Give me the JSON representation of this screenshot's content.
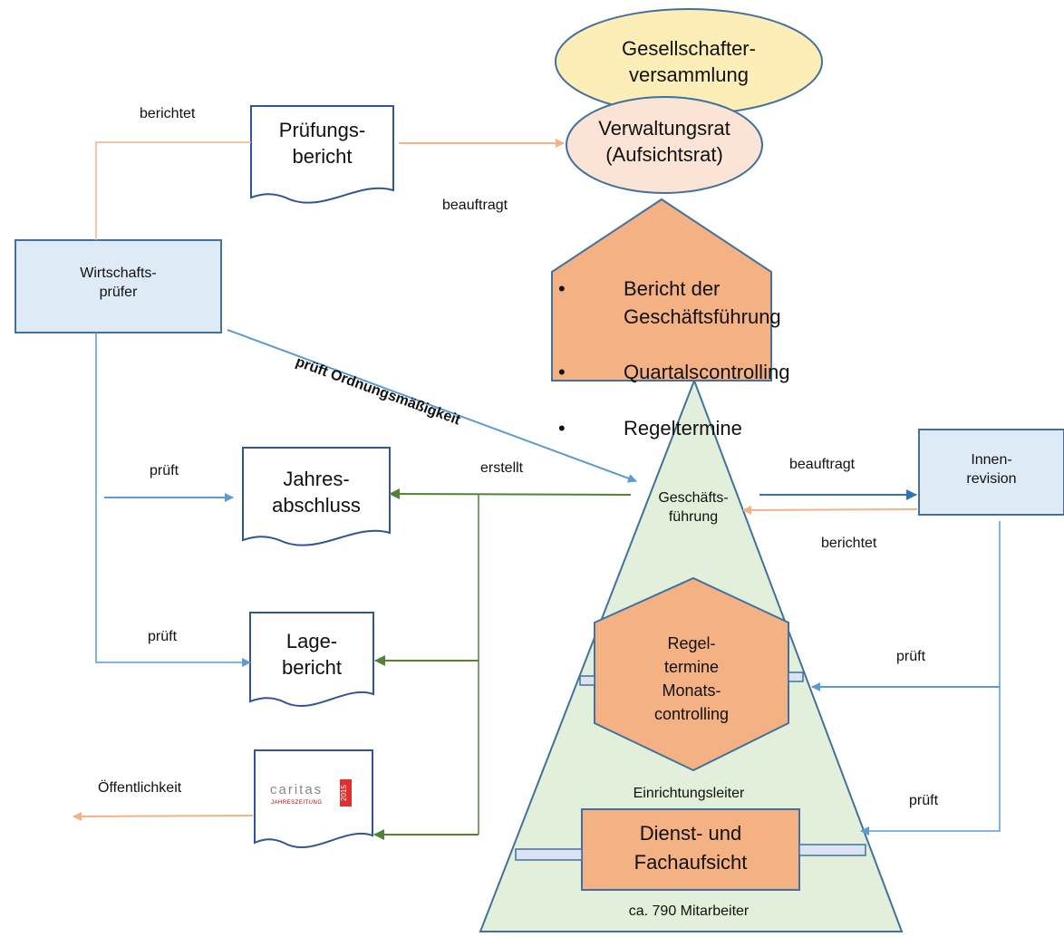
{
  "shareholders": {
    "label": "Gesellschafter-\nversammlung",
    "fill": "#fdeeb7"
  },
  "board": {
    "label": "Verwaltungsrat\n(Aufsichtsrat)",
    "fill": "#fbe4d5"
  },
  "management_report": {
    "fill": "#f4b183",
    "items": [
      "Bericht der\nGeschäftsführung",
      "Quartalscontrolling",
      "Regeltermine"
    ]
  },
  "auditor": {
    "label": "Wirtschafts-\nprüfer",
    "fill": "#deebf7"
  },
  "internal_audit": {
    "label": "Innen-\nrevision",
    "fill": "#deebf7"
  },
  "audit_report_doc": {
    "label": "Prüfungs-\nbericht"
  },
  "annual_statement_doc": {
    "label": "Jahres-\nabschluss"
  },
  "management_report_doc": {
    "label": "Lage-\nbericht"
  },
  "caritas_doc": {
    "brand": "caritas",
    "sub": "JAHRESZEITUNG",
    "year": "2015"
  },
  "pyramid": {
    "fill": "#e2efda",
    "top_label": "Geschäfts-\nführung",
    "hexagon_label": "Regel-\ntermine\nMonats-\ncontrolling",
    "facility_label": "Einrichtungsleiter",
    "supervision_label": "Dienst- und\nFachaufsicht",
    "staff_label": "ca. 790 Mitarbeiter"
  },
  "edges": {
    "reports_top": "berichtet",
    "commissions_top": "beauftragt",
    "checks_compliance": "prüft Ordnungsmäßigkeit",
    "checks_1": "prüft",
    "checks_2": "prüft",
    "creates": "erstellt",
    "commissions_right": "beauftragt",
    "reports_right": "berichtet",
    "checks_3": "prüft",
    "checks_4": "prüft",
    "public": "Öffentlichkeit"
  },
  "colors": {
    "blue_line": "#5b9bd5",
    "dark_blue_line": "#2e75b6",
    "orange_line": "#f4b183",
    "green_line": "#548235",
    "box_border": "#41719c",
    "doc_border": "#2f5597"
  }
}
